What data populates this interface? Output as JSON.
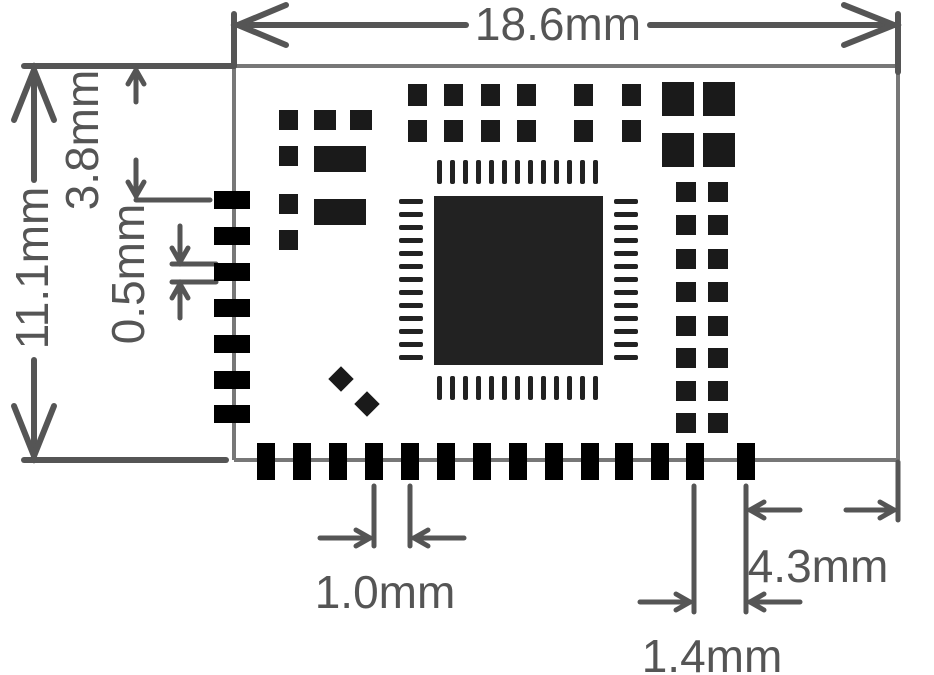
{
  "dimensions": {
    "width": "18.6mm",
    "height": "11.1mm",
    "edge_to_pin_row": "3.8mm",
    "side_pad_width": "0.5mm",
    "bottom_pad_pitch": "1.0mm",
    "last_pad_spacing": "1.4mm",
    "right_offset": "4.3mm"
  },
  "colors": {
    "dimension_line": "#555555",
    "pad": "#000000",
    "chip": "#222222",
    "outline": "#777777"
  }
}
